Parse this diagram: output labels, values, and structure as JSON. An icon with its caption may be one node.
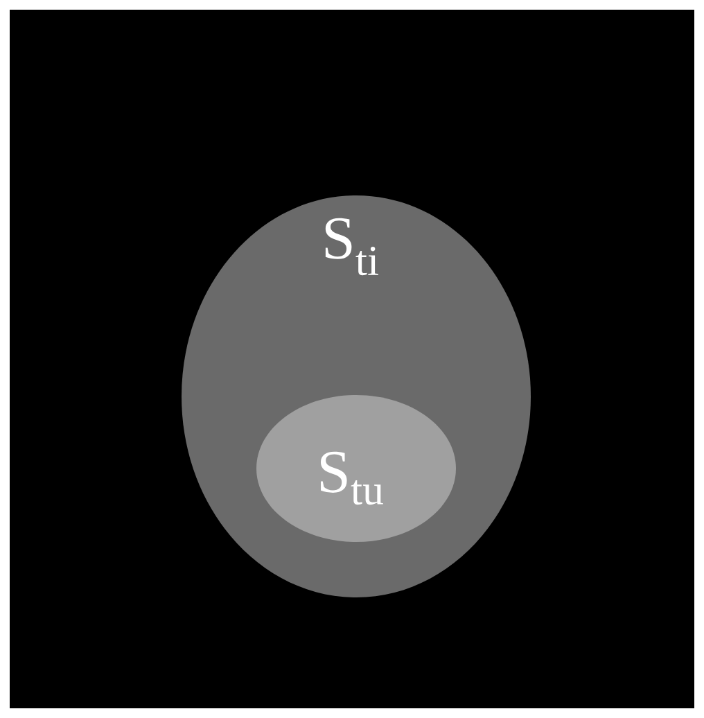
{
  "diagram": {
    "nodes": [
      {
        "text": [
          "S$_{ti}$"
        ]
      },
      {
        "text": [
          "S$_{tu}$"
        ],
        "in": 0
      }
    ]
  }
}
